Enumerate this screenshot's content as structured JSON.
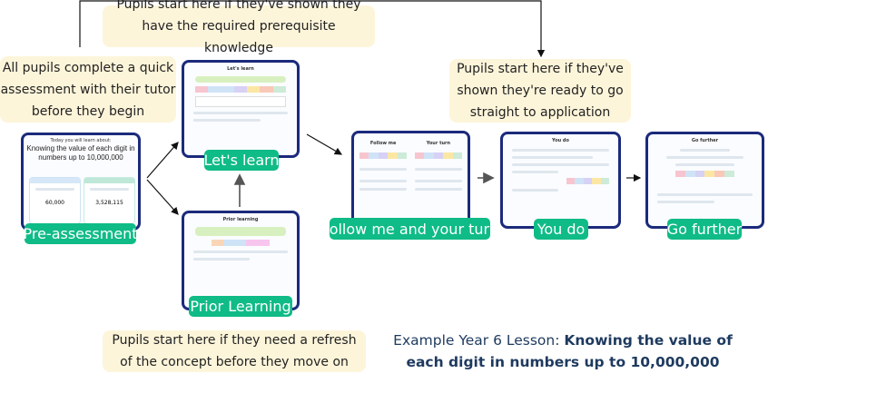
{
  "notes": {
    "all_pupils": "All pupils complete a quick assessment with their tutor before they begin",
    "prerequisite": "Pupils start here if they've shown they have the required prerequisite knowledge",
    "application": "Pupils start here if they've shown they're ready to go straight to application",
    "refresh": "Pupils start here if they need a refresh of the concept before they move on"
  },
  "stages": {
    "pre_assessment": "Pre-assessment",
    "lets_learn": "Let's learn",
    "prior_learning": "Prior Learning",
    "follow_me": "Follow me and your turn",
    "you_do": "You do",
    "go_further": "Go further"
  },
  "thumbs": {
    "pre_heading": "Today you will learn about:",
    "pre_title": "Knowing the value of each digit in numbers up to 10,000,000",
    "pre_left_value": "60,000",
    "pre_right_value": "3,528,115",
    "lets_learn": "Let's learn",
    "prior_learning": "Prior learning",
    "follow_me": "Follow me",
    "your_turn": "Your turn",
    "you_do": "You do",
    "go_further": "Go further"
  },
  "example": {
    "prefix": "Example Year 6 Lesson: ",
    "title": "Knowing the value of each digit in numbers up to 10,000,000"
  },
  "colors": {
    "frame": "#1b2a7c",
    "label": "#0fbb86",
    "note_bg": "#fdf5da"
  }
}
